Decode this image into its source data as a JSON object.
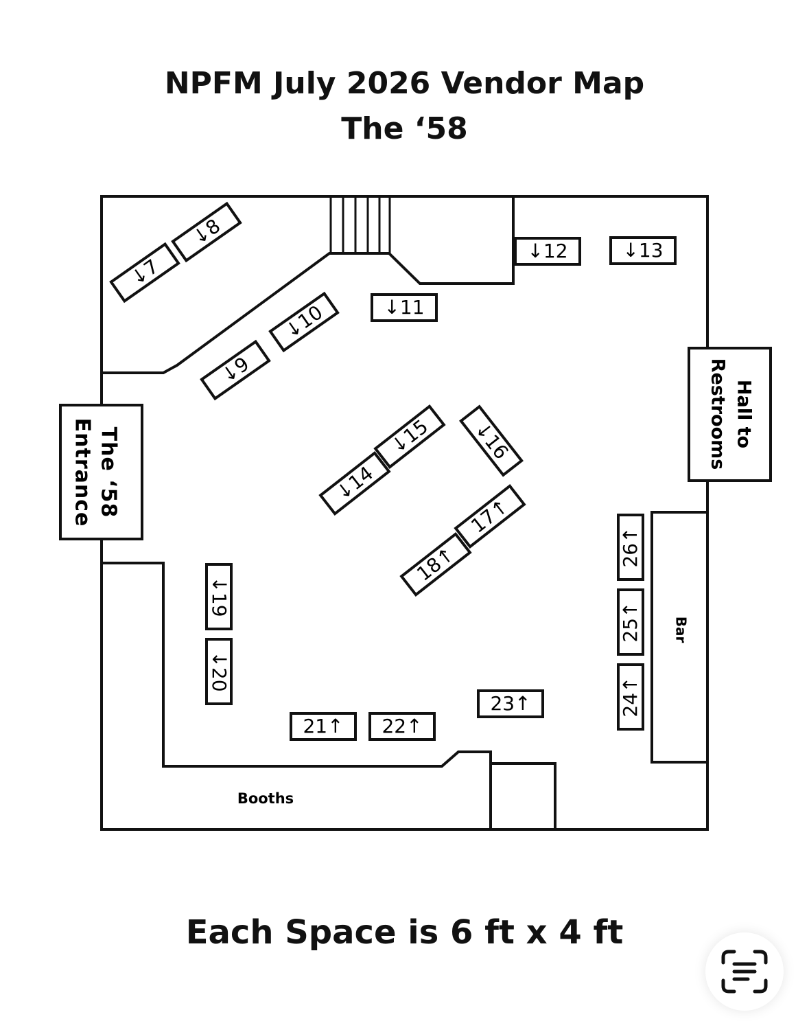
{
  "header": {
    "title": "NPFM July 2026 Vendor Map",
    "subtitle": "The ‘58"
  },
  "labels": {
    "entrance": [
      "The ‘58",
      "Entrance"
    ],
    "restrooms": [
      "Hall to",
      "Restrooms"
    ],
    "bar": "Bar",
    "booths": "Booths"
  },
  "spaces": {
    "s7": "↓7",
    "s8": "↓8",
    "s9": "↓9",
    "s10": "↓10",
    "s11": "↓11",
    "s12": "↓12",
    "s13": "↓13",
    "s14": "↓14",
    "s15": "↓15",
    "s16": "↓16",
    "s17": "17↑",
    "s18": "18↑",
    "s19": "↓19",
    "s20": "↓20",
    "s21": "21↑",
    "s22": "22↑",
    "s23": "23↑",
    "s24": "24↑",
    "s25": "25↑",
    "s26": "26↑"
  },
  "footer": {
    "note": "Each Space is 6 ft x 4 ft"
  },
  "icons": {
    "action_button": "text-scan-icon"
  }
}
